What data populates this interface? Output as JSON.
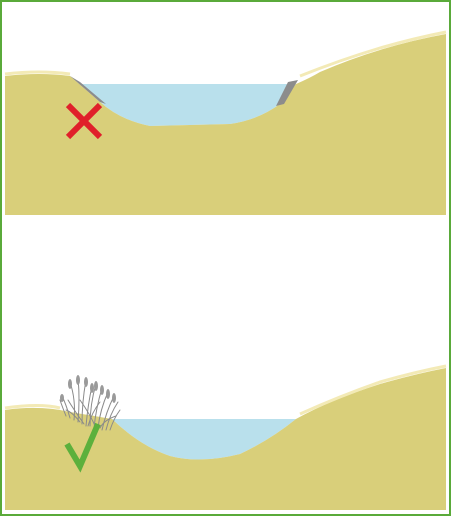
{
  "figure": {
    "panels": [
      {
        "id": "steep-bank",
        "verdict": "incorrect",
        "verdict_icon": "cross-icon"
      },
      {
        "id": "vegetated-gentle-bank",
        "verdict": "correct",
        "verdict_icon": "check-icon"
      }
    ]
  },
  "colors": {
    "frame": "#5aaa3a",
    "ground": "#d9cf7a",
    "ground_highlight": "#f3eab6",
    "water": "#b9e0ec",
    "steep_bank": "#8c8c8c",
    "cross": "#e0202a",
    "check": "#5cb03c",
    "reeds": "#8a8a8a"
  }
}
